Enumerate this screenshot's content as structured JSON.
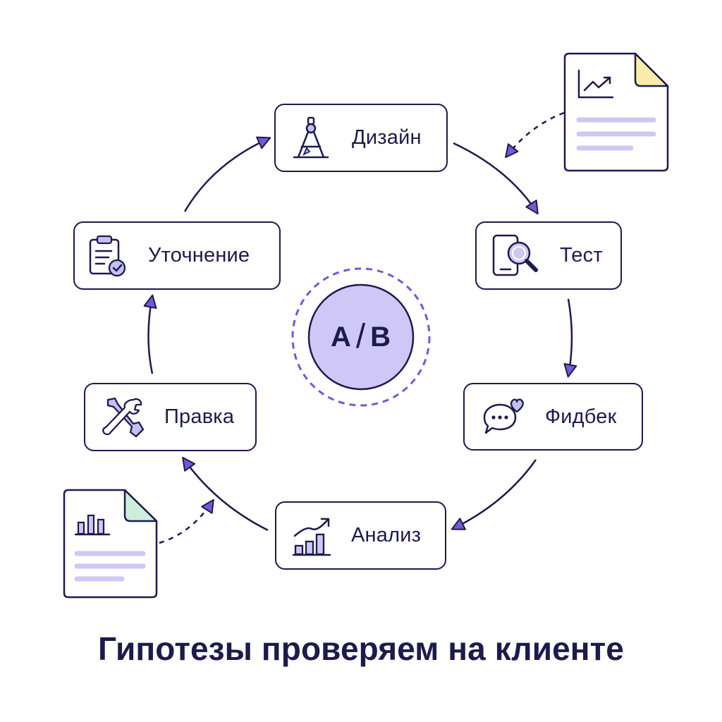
{
  "colors": {
    "ink": "#1c1b4d",
    "accent": "#6e5bd8",
    "accent_light": "#c7bff3",
    "center_fill": "#cfc8f6",
    "doc_lines": "#cfc8f6",
    "doc_corner_yellow": "#f9eca6",
    "doc_corner_green": "#cdeedb",
    "background": "#ffffff"
  },
  "center": {
    "left": "A",
    "separator": "/",
    "right": "B"
  },
  "cycle": [
    {
      "id": "design",
      "label": "Дизайн",
      "icon": "compass-icon"
    },
    {
      "id": "test",
      "label": "Тест",
      "icon": "phone-search-icon"
    },
    {
      "id": "feedback",
      "label": "Фидбек",
      "icon": "chat-heart-icon"
    },
    {
      "id": "analysis",
      "label": "Анализ",
      "icon": "bar-chart-trend-icon"
    },
    {
      "id": "edit",
      "label": "Правка",
      "icon": "tools-icon"
    },
    {
      "id": "refine",
      "label": "Уточнение",
      "icon": "clipboard-check-icon"
    }
  ],
  "documents": [
    {
      "id": "report-trend",
      "icon": "line-chart-document-icon",
      "corner_color": "yellow"
    },
    {
      "id": "report-bars",
      "icon": "bar-chart-document-icon",
      "corner_color": "green"
    }
  ],
  "caption": "Гипотезы проверяем на клиенте"
}
